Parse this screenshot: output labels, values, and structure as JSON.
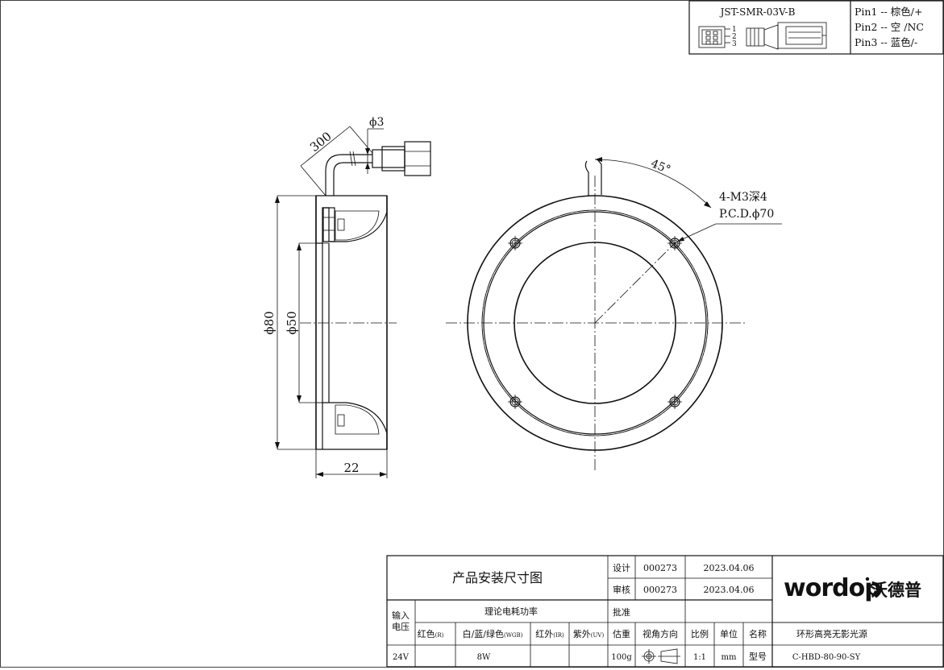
{
  "connector": {
    "model": "JST-SMR-03V-B",
    "pin_numbers": [
      "1",
      "2",
      "3"
    ],
    "pins": [
      "Pin1 -- 棕色/+",
      "Pin2 -- 空 /NC",
      "Pin3 -- 蓝色/-"
    ]
  },
  "dimensions": {
    "cable_length": "300",
    "cable_diameter": "ϕ3",
    "outer_diameter": "ϕ80",
    "inner_diameter": "ϕ50",
    "depth": "22",
    "angle": "45°",
    "holes": "4-M3深4",
    "pcd": "P.C.D.ϕ70"
  },
  "title_block": {
    "title": "产品安装尺寸图",
    "design_label": "设计",
    "design_id": "000273",
    "design_date": "2023.04.06",
    "review_label": "审核",
    "review_id": "000273",
    "review_date": "2023.04.06",
    "approve_label": "批准",
    "logo_text": "wordop",
    "logo_cn": "沃德普",
    "input_voltage_label": "输入电压",
    "power_label": "理论电耗功率",
    "red_label": "红色",
    "red_sub": "(R)",
    "wrgb_label": "白/蓝/绿色",
    "wrgb_sub": "(WGB)",
    "ir_label": "红外",
    "ir_sub": "(IR)",
    "uv_label": "紫外",
    "uv_sub": "(UV)",
    "weight_label": "估重",
    "view_label": "视角方向",
    "scale_label": "比例",
    "unit_label": "单位",
    "name_label": "名称",
    "product_name": "环形高亮无影光源",
    "voltage": "24V",
    "power": "8W",
    "weight": "100g",
    "scale": "1:1",
    "unit": "mm",
    "model_label": "型号",
    "model": "C-HBD-80-90-SY"
  }
}
